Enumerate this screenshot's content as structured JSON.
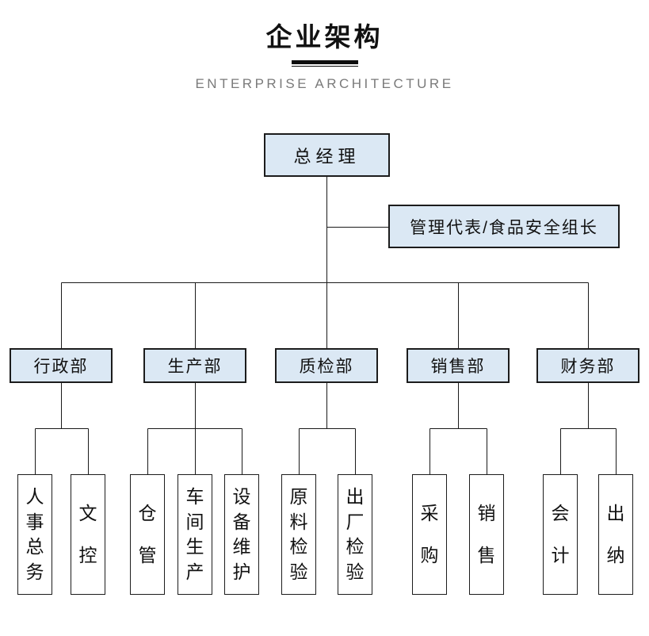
{
  "header": {
    "title": "企业架构",
    "subtitle": "ENTERPRISE ARCHITECTURE"
  },
  "colors": {
    "node_fill": "#dbe8f4",
    "node_border": "#1c1c1c",
    "connector_line": "#1a1a1a",
    "subtitle_text": "#7a7a7a",
    "title_text": "#111111"
  },
  "org": {
    "root": {
      "label": "总经理"
    },
    "staff": {
      "label": "管理代表/食品安全组长"
    },
    "departments": [
      {
        "label": "行政部",
        "children": [
          "人事总务",
          "文控"
        ]
      },
      {
        "label": "生产部",
        "children": [
          "仓管",
          "车间生产",
          "设备维护"
        ]
      },
      {
        "label": "质检部",
        "children": [
          "原料检验",
          "出厂检验"
        ]
      },
      {
        "label": "销售部",
        "children": [
          "采购",
          "销售"
        ]
      },
      {
        "label": "财务部",
        "children": [
          "会计",
          "出纳"
        ]
      }
    ]
  }
}
